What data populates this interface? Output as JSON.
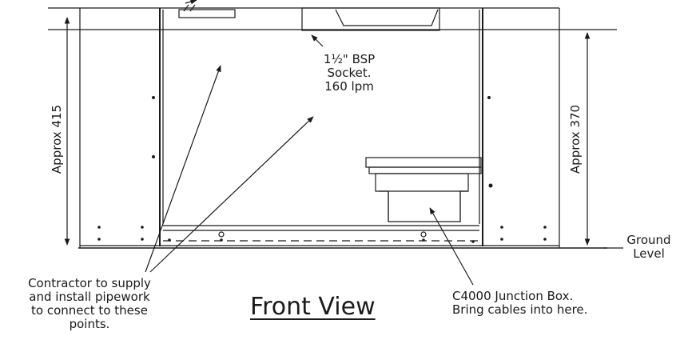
{
  "title": "Front View",
  "socket_label": [
    "1½\" BSP",
    "Socket.",
    "160 lpm"
  ],
  "dimension_left": "Approx 415",
  "dimension_right": "Approx 370",
  "ground_label": [
    "Ground",
    "Level"
  ],
  "contractor_note": [
    "Contractor to supply",
    "and install pipework",
    "to connect to these",
    "points."
  ],
  "junction_note": [
    "C4000 Junction Box.",
    "Bring cables into here."
  ]
}
